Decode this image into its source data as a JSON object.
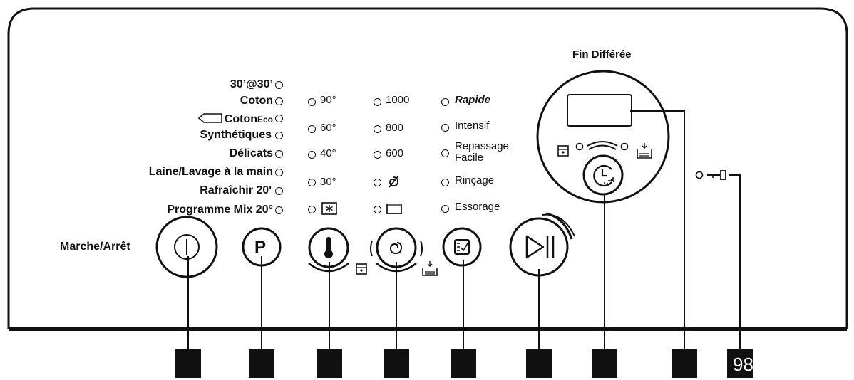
{
  "programs": {
    "p3030": "30’@30’",
    "cotton": "Coton",
    "cotton_eco_main": "Coton",
    "cotton_eco_suffix": "Eco",
    "synthetics": "Synthétiques",
    "delicates": "Délicats",
    "wool": "Laine/Lavage à la main",
    "refresh": "Rafraîchir 20'",
    "mix": "Programme Mix 20°"
  },
  "temperatures": [
    "90°",
    "60°",
    "40°",
    "30°"
  ],
  "spin_speeds": [
    "1000",
    "800",
    "600"
  ],
  "options": {
    "rapid": "Rapide",
    "intensive": "Intensif",
    "easy_iron": "Repassage Facile",
    "rinse": "Rinçage",
    "spin": "Essorage"
  },
  "power_label": "Marche/Arrêt",
  "delay_title": "Fin Différée",
  "p_button": "P",
  "figure_number": "98",
  "icons": {
    "power": "power-icon",
    "program": "p-letter",
    "temperature": "thermometer-icon",
    "spin": "spiral-icon",
    "options": "checklist-icon",
    "start_pause": "play-pause-icon",
    "delay": "clock-icon",
    "door_lock": "key-icon"
  }
}
